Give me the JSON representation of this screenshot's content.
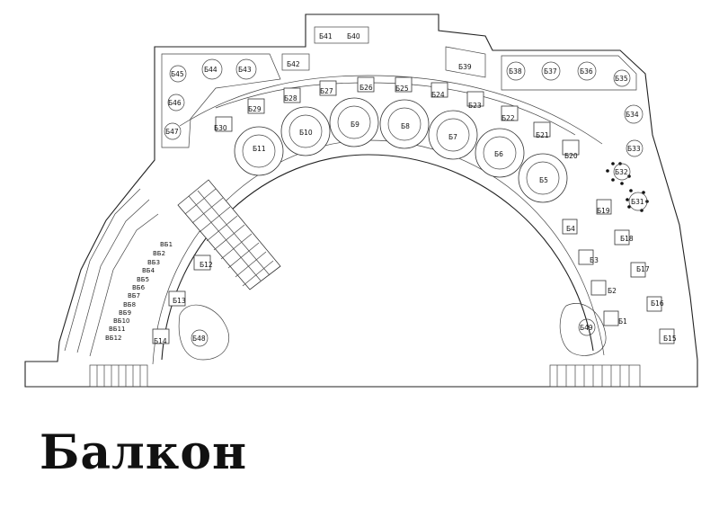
{
  "title": "Балкон",
  "seats": {
    "b1": "Б1",
    "b2": "Б2",
    "b3": "Б3",
    "b4": "Б4",
    "b5": "Б5",
    "b6": "Б6",
    "b7": "Б7",
    "b8": "Б8",
    "b9": "Б9",
    "b10": "Б10",
    "b11": "Б11",
    "b12": "Б12",
    "b13": "Б13",
    "b14": "Б14",
    "b15": "Б15",
    "b16": "Б16",
    "b17": "Б17",
    "b18": "Б18",
    "b19": "Б19",
    "b20": "Б20",
    "b21": "Б21",
    "b22": "Б22",
    "b23": "Б23",
    "b24": "Б24",
    "b25": "Б25",
    "b26": "Б26",
    "b27": "Б27",
    "b28": "Б28",
    "b29": "Б29",
    "b30": "Б30",
    "b31": "Б31",
    "b32": "Б32",
    "b33": "Б33",
    "b34": "Б34",
    "b35": "Б35",
    "b36": "Б36",
    "b37": "Б37",
    "b38": "Б38",
    "b39": "Б39",
    "b40": "Б40",
    "b41": "Б41",
    "b42": "Б42",
    "b43": "Б43",
    "b44": "Б44",
    "b45": "Б45",
    "b46": "Б46",
    "b47": "Б47",
    "b48": "Б48",
    "b49": "Б49"
  },
  "vb": [
    "ВБ1",
    "ВБ2",
    "ВБ3",
    "ВБ4",
    "ВБ5",
    "ВБ6",
    "ВБ7",
    "ВБ8",
    "ВБ9",
    "ВБ10",
    "ВБ11",
    "ВБ12"
  ]
}
